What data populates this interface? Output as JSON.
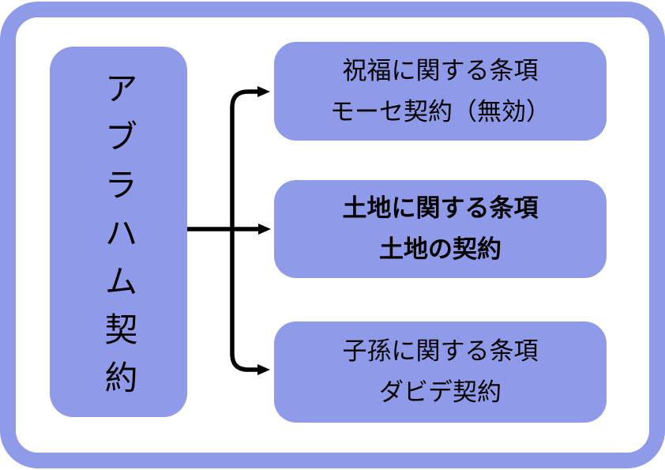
{
  "diagram": {
    "root": {
      "label": "アブラハム契約"
    },
    "branches": [
      {
        "line1": "祝福に関する条項",
        "line2": "モーセ契約（無効）",
        "emphasis": false
      },
      {
        "line1": "土地に関する条項",
        "line2": "土地の契約",
        "emphasis": true
      },
      {
        "line1": "子孫に関する条項",
        "line2": "ダビデ契約",
        "emphasis": false
      }
    ],
    "colors": {
      "box_fill": "#8F9BE8",
      "frame_border": "#8F9BE8",
      "text": "#000000",
      "arrow": "#000000"
    }
  }
}
